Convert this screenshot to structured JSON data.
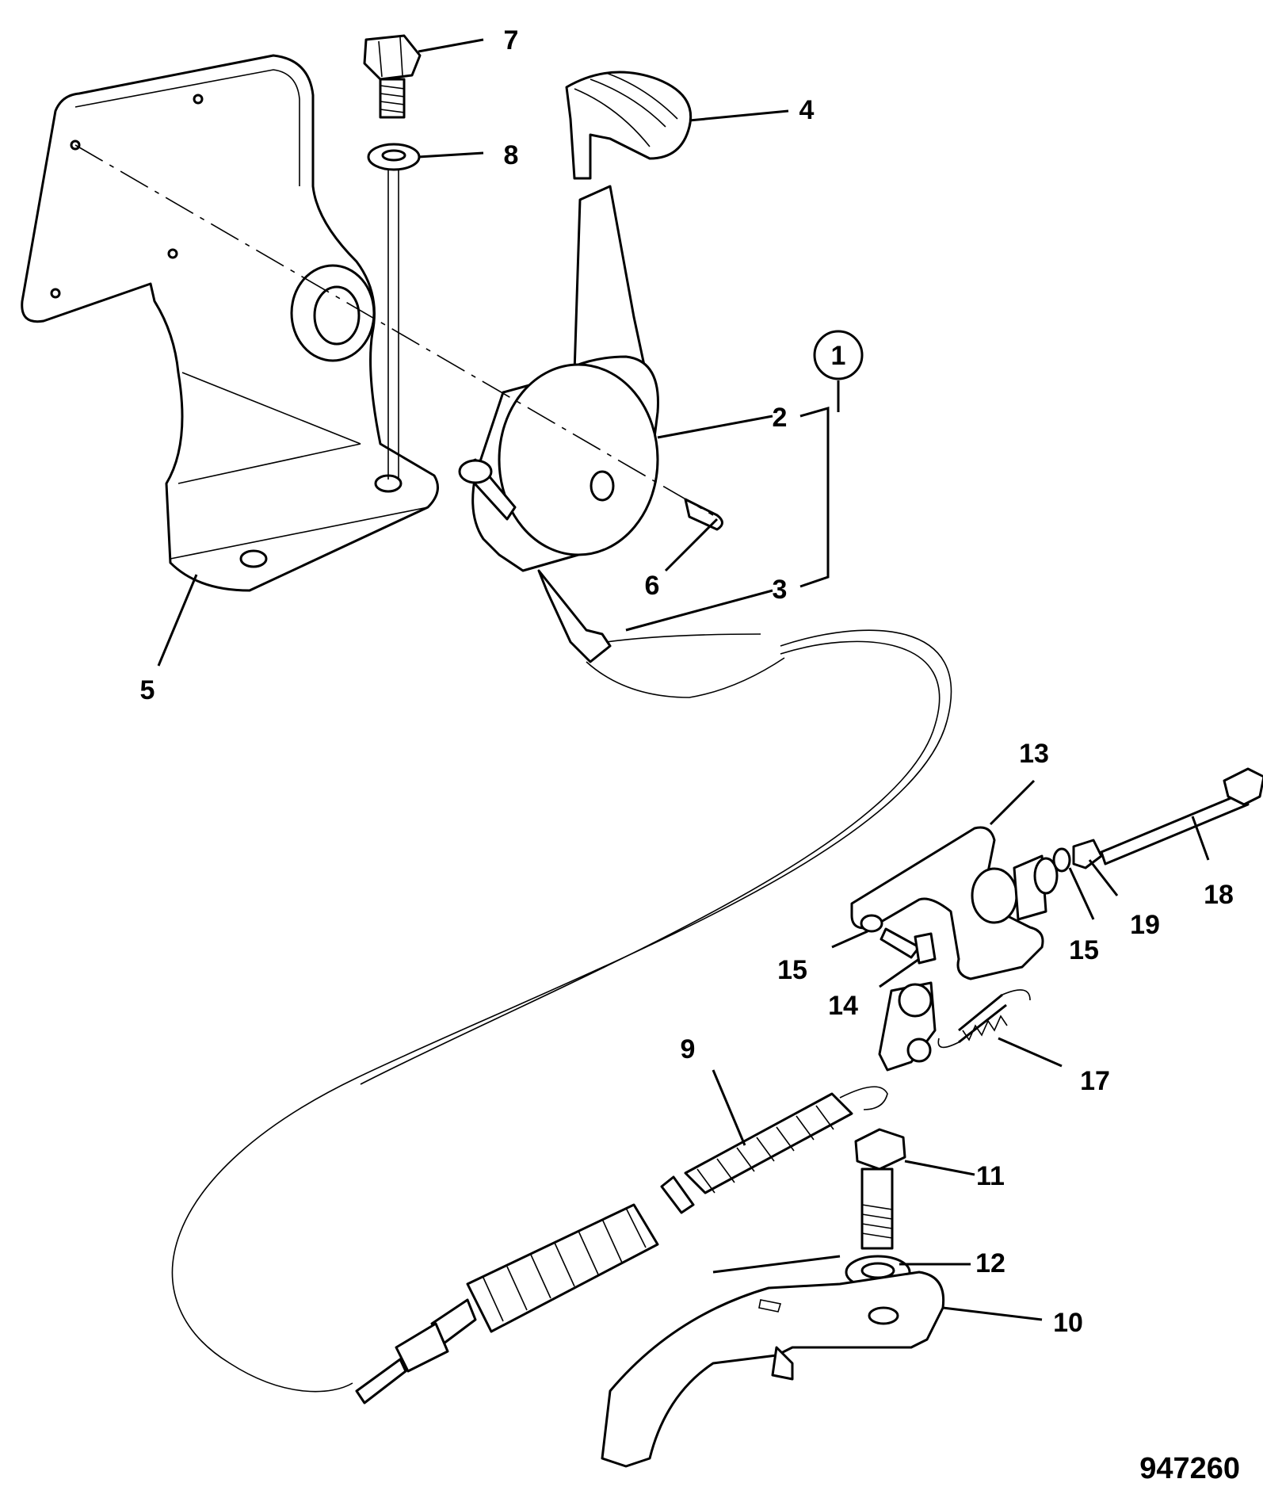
{
  "labels": {
    "l1": "1",
    "l2": "2",
    "l3": "3",
    "l4": "4",
    "l5": "5",
    "l6": "6",
    "l7": "7",
    "l8": "8",
    "l9": "9",
    "l10": "10",
    "l11": "11",
    "l12": "12",
    "l13": "13",
    "l14": "14",
    "l15a": "15",
    "l15b": "15",
    "l17": "17",
    "l18": "18",
    "l19": "19"
  },
  "document_number": "947260"
}
